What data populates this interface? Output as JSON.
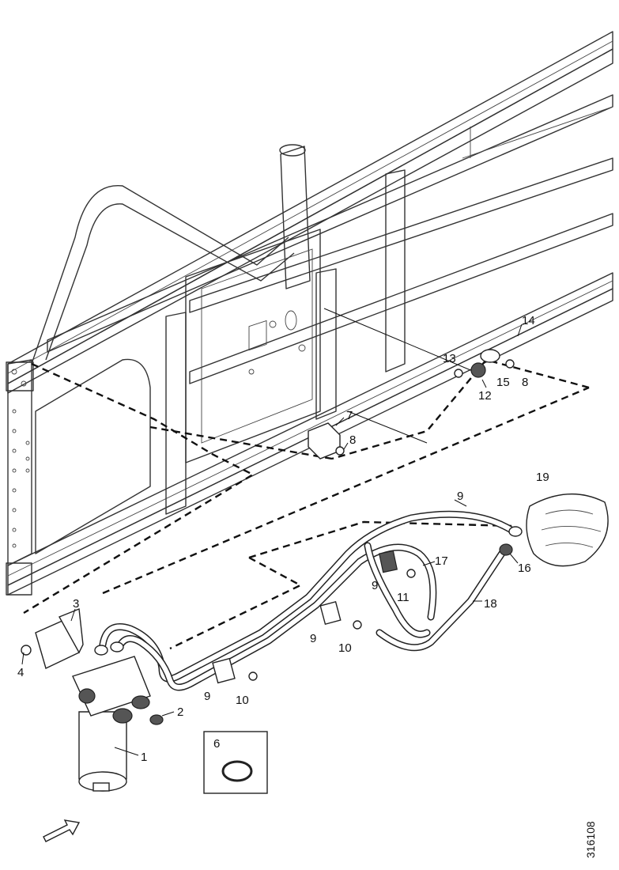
{
  "callouts": {
    "c1": "1",
    "c2": "2",
    "c3": "3",
    "c4": "4",
    "c6": "6",
    "c7": "7",
    "c8a": "8",
    "c8b": "8",
    "c9a": "9",
    "c9b": "9",
    "c9c": "9",
    "c9d": "9",
    "c10a": "10",
    "c10b": "10",
    "c11": "11",
    "c12": "12",
    "c13": "13",
    "c14": "14",
    "c15": "15",
    "c16": "16",
    "c17": "17",
    "c18": "18",
    "c19": "19"
  },
  "drawing_code": "316108"
}
